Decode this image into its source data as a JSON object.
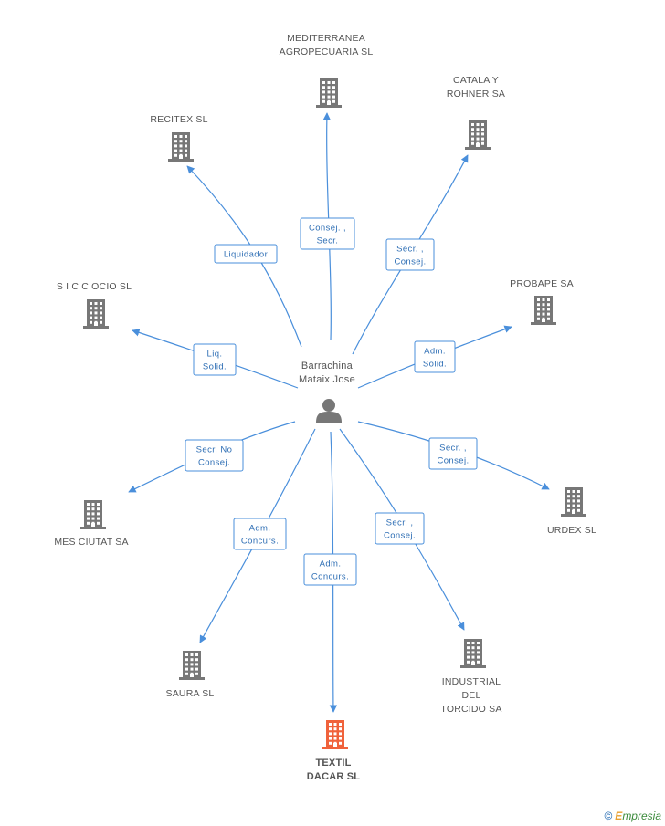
{
  "center": {
    "label_lines": [
      "Barrachina",
      "Mataix Jose"
    ],
    "icon": "person-icon"
  },
  "nodes": [
    {
      "id": "mediterranea",
      "label_lines": [
        "MEDITERRANEA",
        "AGROPECUARIA SL"
      ],
      "focus": false,
      "icon": "building-icon"
    },
    {
      "id": "catala",
      "label_lines": [
        "CATALA Y",
        "ROHNER SA"
      ],
      "focus": false,
      "icon": "building-icon"
    },
    {
      "id": "recitex",
      "label_lines": [
        "RECITEX SL"
      ],
      "focus": false,
      "icon": "building-icon"
    },
    {
      "id": "sicc",
      "label_lines": [
        "S I C C OCIO SL"
      ],
      "focus": false,
      "icon": "building-icon"
    },
    {
      "id": "probape",
      "label_lines": [
        "PROBAPE SA"
      ],
      "focus": false,
      "icon": "building-icon"
    },
    {
      "id": "mesciutat",
      "label_lines": [
        "MES CIUTAT SA"
      ],
      "focus": false,
      "icon": "building-icon"
    },
    {
      "id": "urdex",
      "label_lines": [
        "URDEX SL"
      ],
      "focus": false,
      "icon": "building-icon"
    },
    {
      "id": "saura",
      "label_lines": [
        "SAURA SL"
      ],
      "focus": false,
      "icon": "building-icon"
    },
    {
      "id": "industrial",
      "label_lines": [
        "INDUSTRIAL",
        "DEL",
        "TORCIDO SA"
      ],
      "focus": false,
      "icon": "building-icon"
    },
    {
      "id": "textil",
      "label_lines": [
        "TEXTIL",
        "DACAR SL"
      ],
      "focus": true,
      "icon": "building-icon"
    }
  ],
  "edges": [
    {
      "to": "mediterranea",
      "label_lines": [
        "Consej. ,",
        "Secr."
      ]
    },
    {
      "to": "catala",
      "label_lines": [
        "Secr. ,",
        "Consej."
      ]
    },
    {
      "to": "recitex",
      "label_lines": [
        "Liquidador"
      ]
    },
    {
      "to": "sicc",
      "label_lines": [
        "Liq.",
        "Solid."
      ]
    },
    {
      "to": "probape",
      "label_lines": [
        "Adm.",
        "Solid."
      ]
    },
    {
      "to": "mesciutat",
      "label_lines": [
        "Secr.  No",
        "Consej."
      ]
    },
    {
      "to": "urdex",
      "label_lines": [
        "Secr. ,",
        "Consej."
      ]
    },
    {
      "to": "saura",
      "label_lines": [
        "Adm.",
        "Concurs."
      ]
    },
    {
      "to": "textil",
      "label_lines": [
        "Adm.",
        "Concurs."
      ]
    },
    {
      "to": "industrial",
      "label_lines": [
        "Secr. ,",
        "Consej."
      ]
    }
  ],
  "colors": {
    "edge": "#4a8fdb",
    "building": "#777777",
    "focus_building": "#f0623b",
    "label": "#555555"
  },
  "watermark": {
    "copyright": "©",
    "brand_initial": "E",
    "brand_rest": "mpresia"
  }
}
